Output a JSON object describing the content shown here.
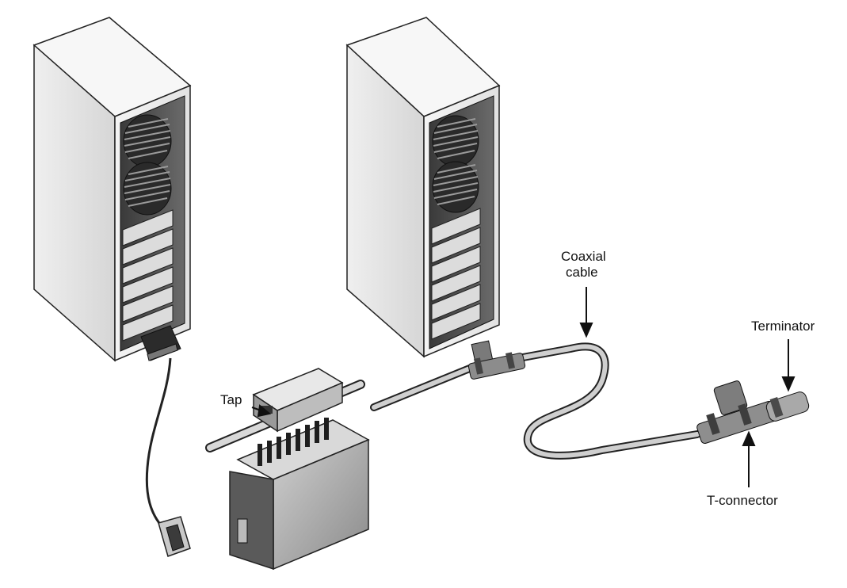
{
  "labels": {
    "coaxial_cable_line1": "Coaxial",
    "coaxial_cable_line2": "cable",
    "terminator": "Terminator",
    "tap": "Tap",
    "t_connector": "T-connector"
  },
  "components": [
    {
      "id": "server-left"
    },
    {
      "id": "server-right"
    },
    {
      "id": "thick-coax-with-tap"
    },
    {
      "id": "transceiver-module"
    },
    {
      "id": "drop-cable-with-connector"
    },
    {
      "id": "thin-coax-cable"
    },
    {
      "id": "t-connector-at-server"
    },
    {
      "id": "t-connector-end"
    },
    {
      "id": "terminator-end"
    }
  ]
}
